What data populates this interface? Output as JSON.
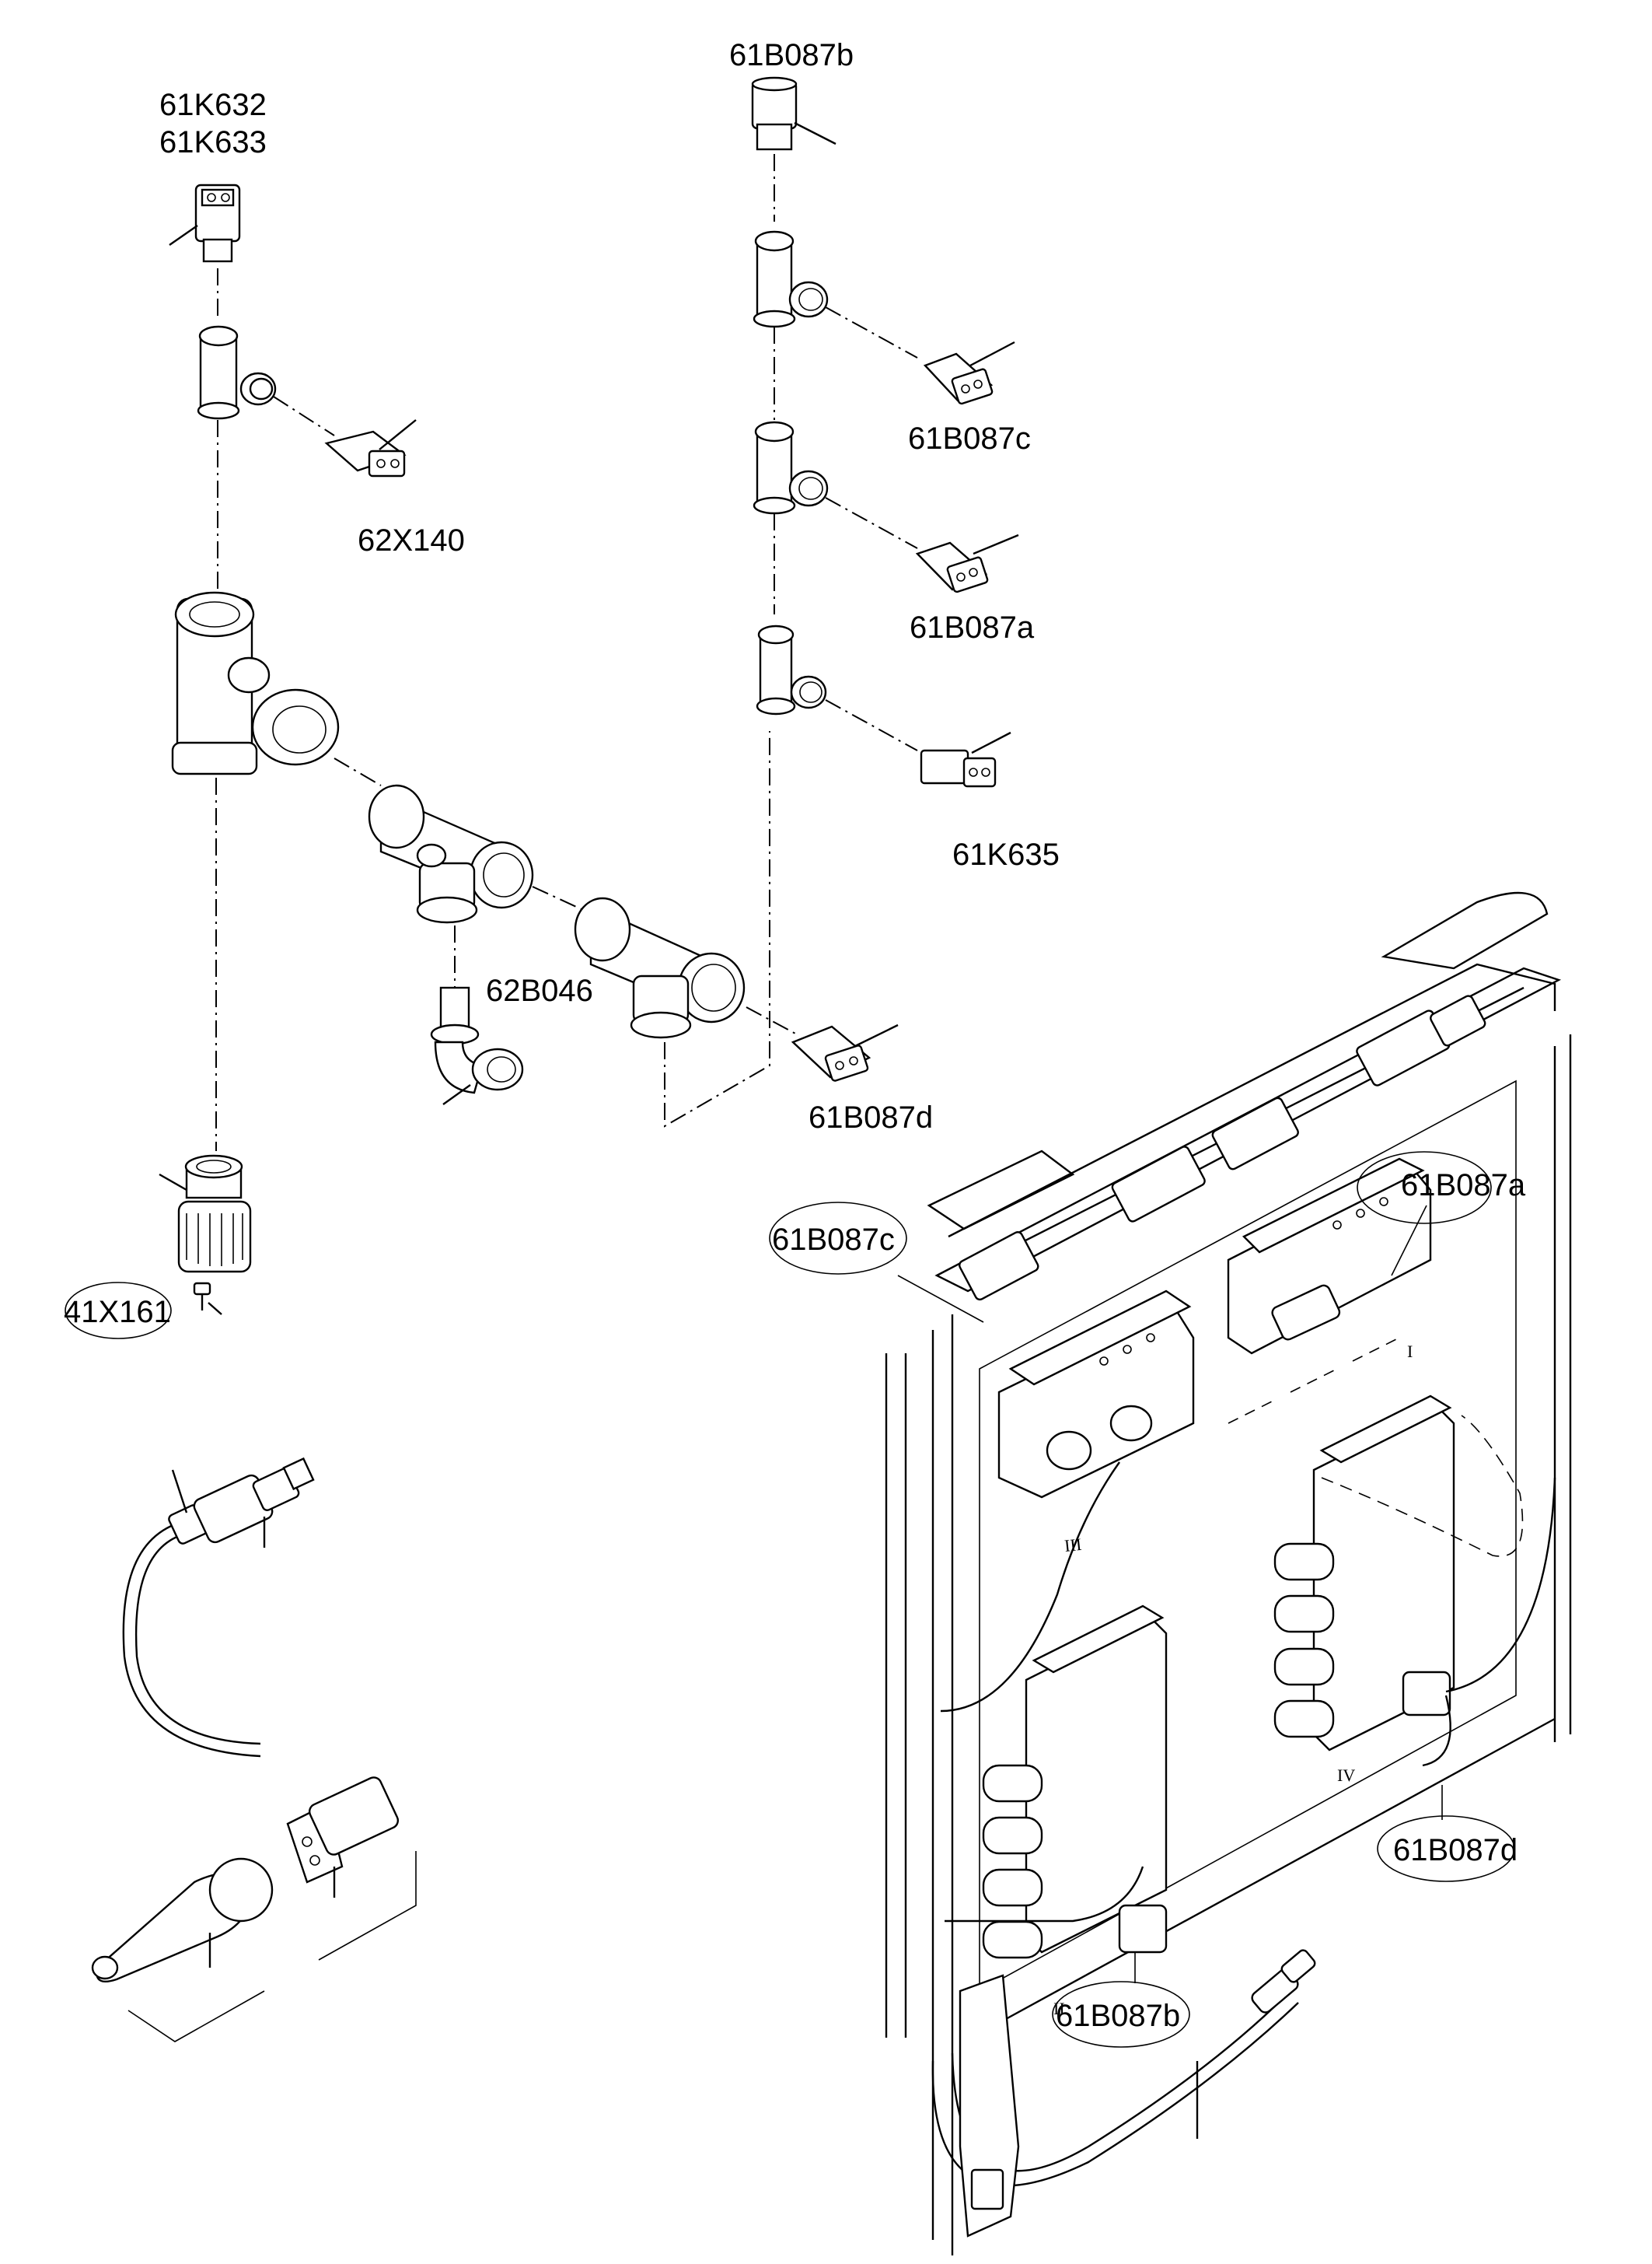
{
  "labels": {
    "k632": "61K632",
    "k633": "61K633",
    "x140": "62X140",
    "b087b_top": "61B087b",
    "b087c_top": "61B087c",
    "b087a_top": "61B087a",
    "k635": "61K635",
    "b046": "62B046",
    "b087d_top": "61B087d",
    "x161": "41X161",
    "b087c_callout": "61B087c",
    "b087a_callout": "61B087a",
    "b087d_callout": "61B087d",
    "b087b_callout": "61B087b"
  },
  "valve_sections": {
    "i": "I",
    "ii": "II",
    "iii": "III",
    "iv": "IV"
  }
}
